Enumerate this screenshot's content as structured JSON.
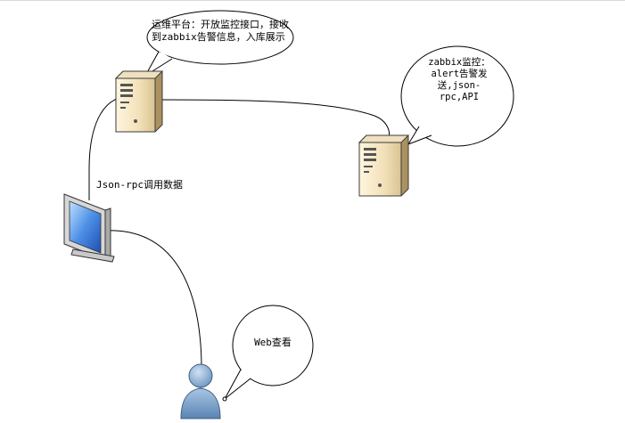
{
  "callouts": {
    "ops_platform": "运维平台：开放监控接口，接收到zabbix告警信息，入库展示",
    "zabbix_monitor": "zabbix监控：alert告警发送,json-rpc,API",
    "web_view": "Web查看"
  },
  "connectors": {
    "json_rpc_label": "Json-rpc调用数据"
  },
  "icons": {
    "ops_server": "server-icon",
    "zabbix_server": "server-icon",
    "monitor": "monitor-icon",
    "user": "user-icon"
  },
  "colors": {
    "server_body": "#f3e3bf",
    "server_edge": "#3b3b3b",
    "monitor_frame": "#d7d7d7",
    "monitor_screen": "#2e6bd6",
    "user_fill": "#7aa0c8",
    "user_edge": "#3f5f82",
    "line": "#000000"
  }
}
